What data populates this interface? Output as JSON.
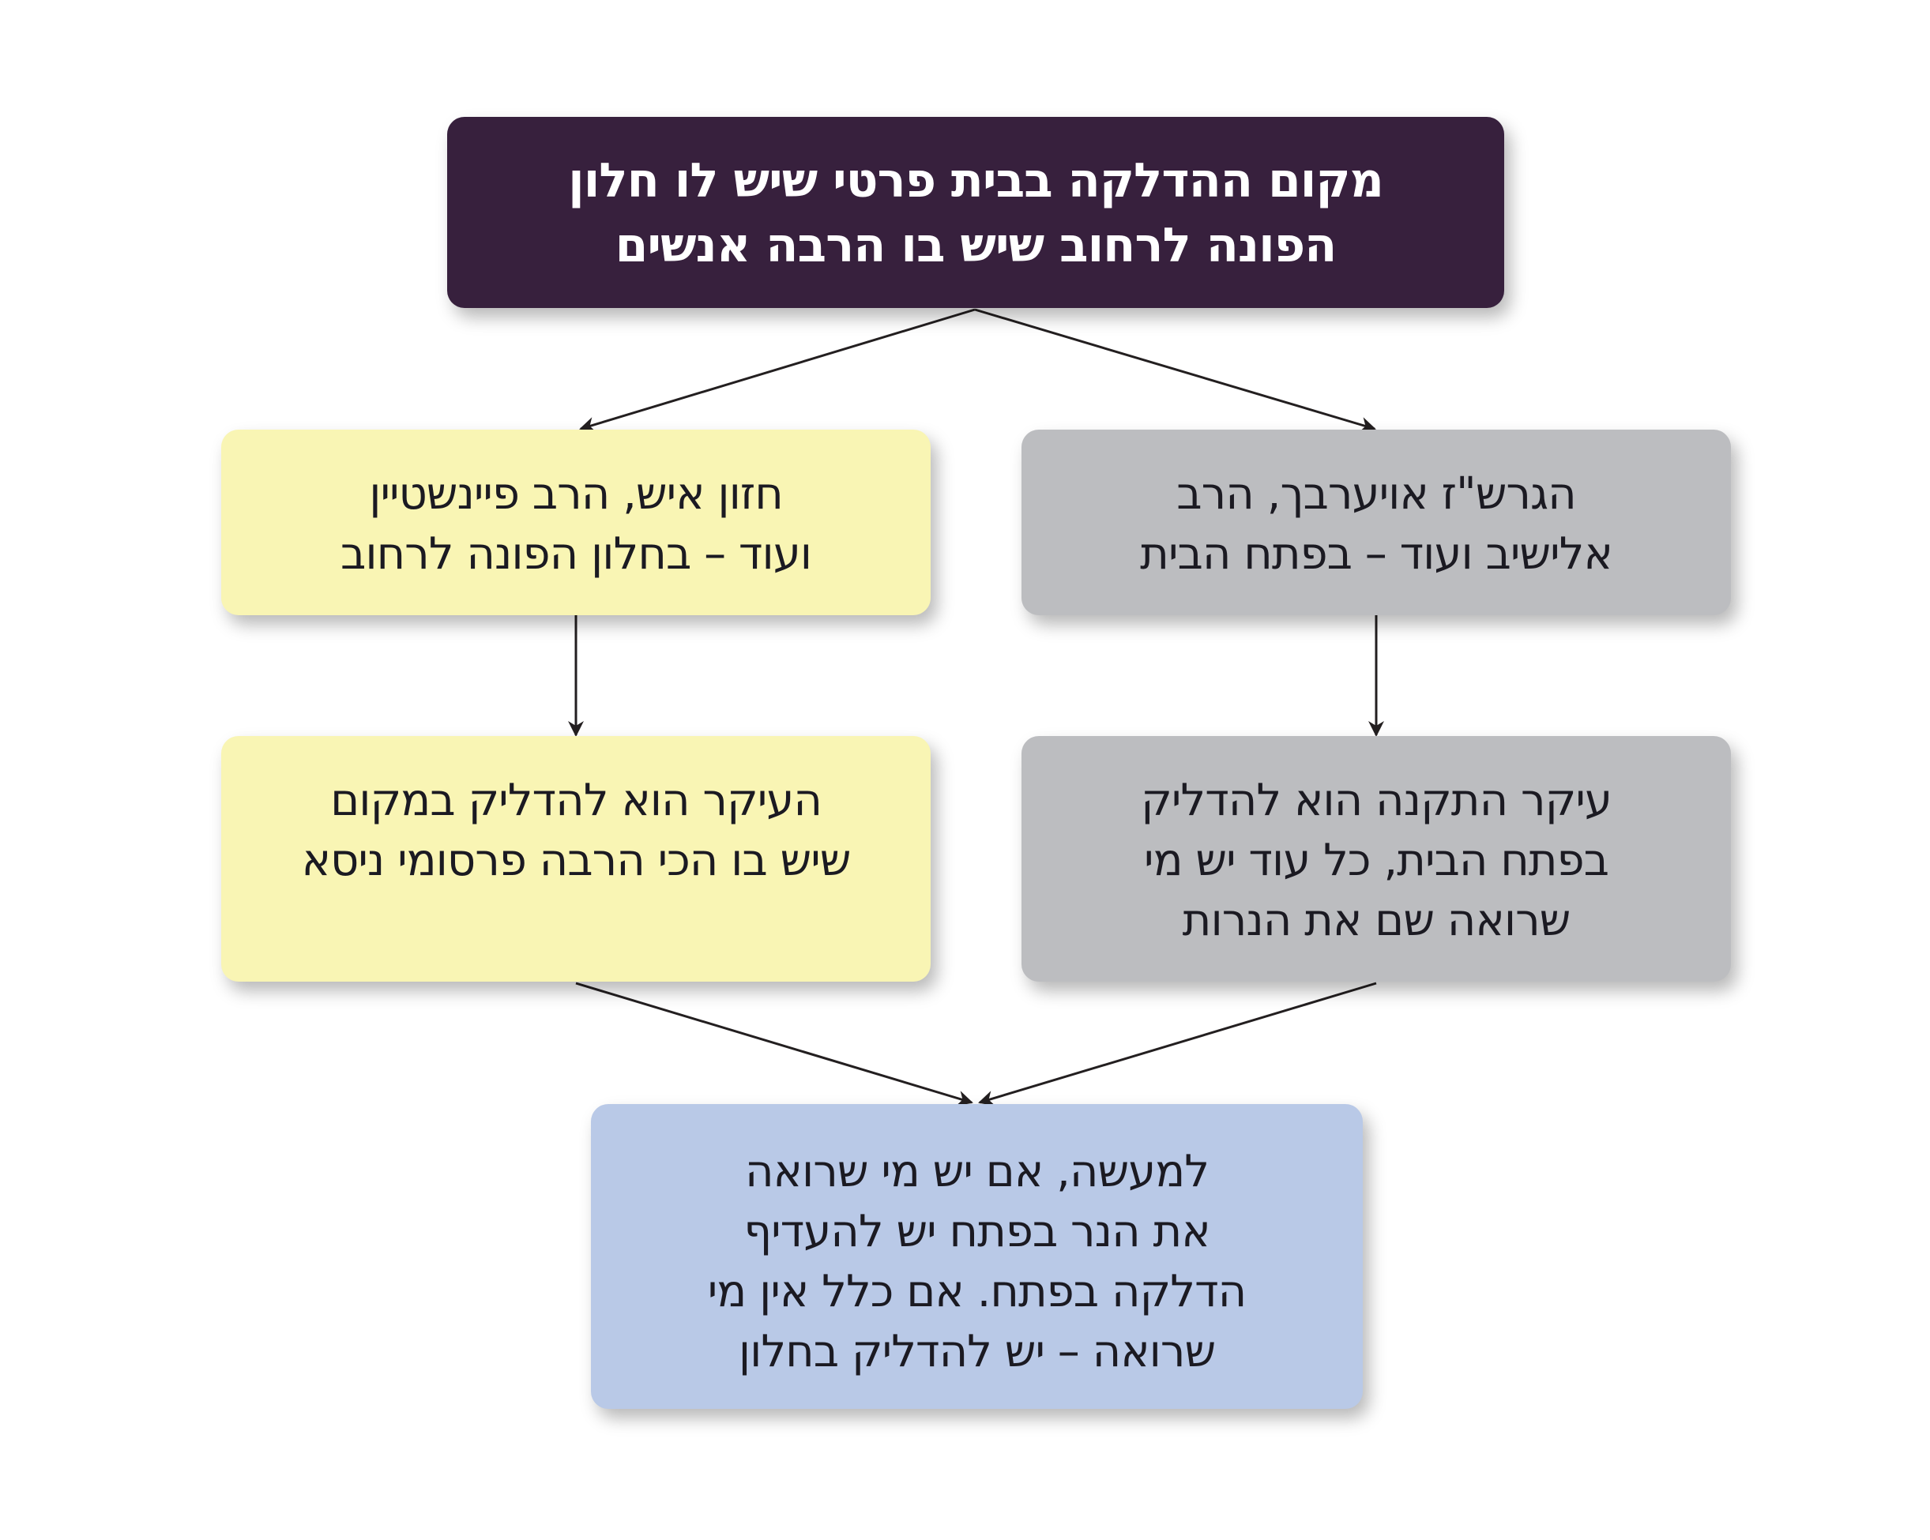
{
  "title_box": {
    "lines": [
      "מקום ההדלקה בבית פרטי שיש לו חלון",
      "הפונה לרחוב שיש בו הרבה אנשים"
    ]
  },
  "left_opinion": {
    "lines": [
      "חזון איש, הרב פיינשטיין",
      "ועוד – בחלון הפונה לרחוב"
    ]
  },
  "right_opinion": {
    "lines": [
      "הגרש\"ז אויערבך, הרב",
      "אלישיב ועוד – בפתח הבית"
    ]
  },
  "left_reason": {
    "lines": [
      "העיקר הוא להדליק במקום",
      "שיש בו הכי הרבה פרסומי ניסא"
    ]
  },
  "right_reason": {
    "lines": [
      "עיקר התקנה הוא להדליק",
      "בפתח הבית, כל עוד יש מי",
      "שרואה שם את הנרות"
    ]
  },
  "conclusion": {
    "lines": [
      "למעשה, אם יש מי שרואה",
      "את הנר בפתח יש להעדיף",
      "הדלקה בפתח. אם כלל אין מי",
      "שרואה – יש להדליק בחלון"
    ]
  },
  "colors": {
    "title_bg": "#37203d",
    "yellow": "#f9f5b4",
    "gray": "#bcbdc0",
    "blue": "#b9c9e7",
    "arrow": "#231f20"
  }
}
